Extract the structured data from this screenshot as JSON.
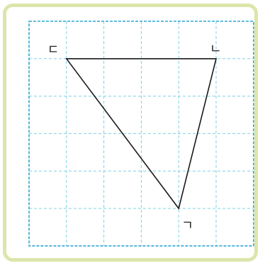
{
  "diagram": {
    "grid": {
      "columns": 6,
      "rows": 6,
      "line_color": "#7fd0e6",
      "border_color": "#2fa7d4"
    },
    "frame_color": "#dbe6ab",
    "triangle": {
      "stroke_color": "#1a1a1a",
      "vertices": [
        {
          "id": "a",
          "label": "ㄷ",
          "grid": [
            1,
            1
          ]
        },
        {
          "id": "b",
          "label": "ㄴ",
          "grid": [
            5,
            1
          ]
        },
        {
          "id": "c",
          "label": "ㄱ",
          "grid": [
            4,
            5
          ]
        }
      ]
    }
  }
}
